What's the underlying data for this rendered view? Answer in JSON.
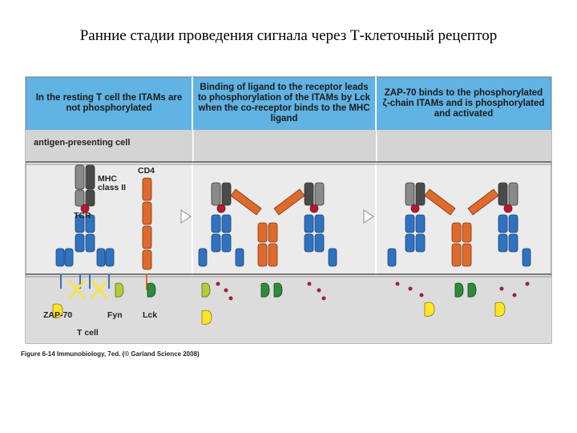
{
  "slide_title": "Ранние стадии проведения сигнала через Т-клеточный рецептор",
  "panels": [
    {
      "header": "In the resting T cell the ITAMs are not phosphorylated"
    },
    {
      "header": "Binding of ligand to the receptor leads to phosphorylation of the ITAMs by Lck when the co-receptor binds to the MHC ligand"
    },
    {
      "header": "ZAP-70 binds to the phosphorylated ζ-chain ITAMs and is phosphorylated and activated"
    }
  ],
  "labels": {
    "apc": "antigen-presenting cell",
    "mhc": "MHC class II",
    "cd4": "CD4",
    "tcr": "TCR",
    "zap70": "ZAP-70",
    "fyn": "Fyn",
    "lck": "Lck",
    "tcell": "T cell"
  },
  "caption": "Figure 6-14 Immunobiology, 7ed. (© Garland Science 2008)",
  "colors": {
    "header": "#61b3e3",
    "mhc_gray": "#8a8a8a",
    "mhc_dark": "#4a4a4a",
    "cd4_orange": "#e06a2b",
    "tcr_blue": "#2f72c0",
    "peptide_red": "#c8102e",
    "fyn_lime": "#b7c93a",
    "lck_green": "#2e8b3a",
    "zap_yellow": "#ffe52a",
    "phosphate": "#a0203a"
  }
}
